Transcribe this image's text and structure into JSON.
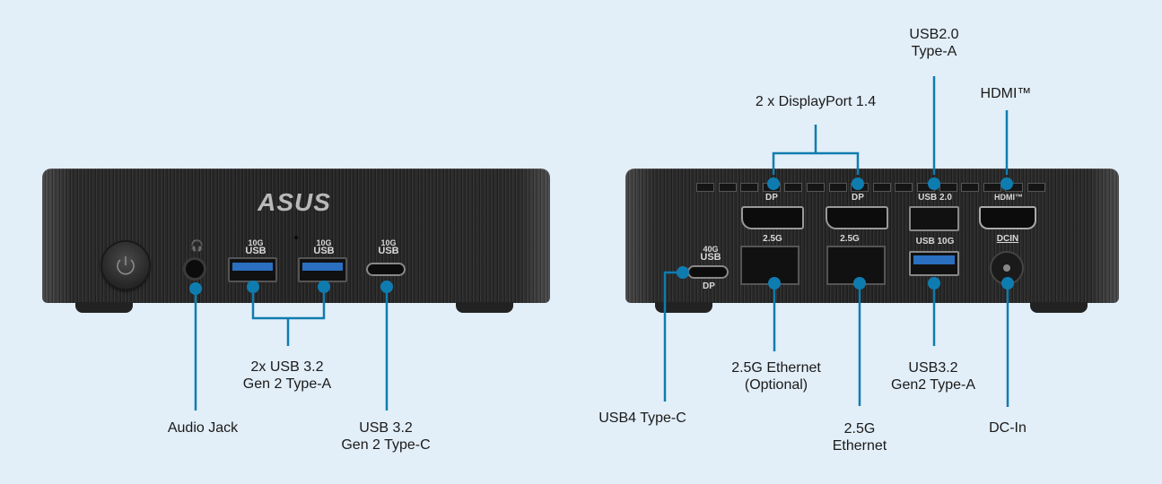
{
  "front": {
    "brand_logo": "ASUS",
    "port_labels": {
      "usb_a_1_speed": "10G",
      "usb_a_1": "USB",
      "usb_a_2_speed": "10G",
      "usb_a_2": "USB",
      "usb_c_speed": "10G",
      "usb_c": "USB"
    },
    "callouts": {
      "audio": "Audio Jack",
      "usb_a": [
        "2x USB 3.2",
        "Gen 2 Type-A"
      ],
      "usb_c": [
        "USB 3.2",
        "Gen 2 Type-C"
      ]
    }
  },
  "rear": {
    "port_labels": {
      "dp1": "DP",
      "dp2": "DP",
      "usb2": "USB 2.0",
      "hdmi": "HDMI™",
      "lan1": "2.5G",
      "lan2": "2.5G",
      "usb10g": "USB 10G",
      "dcin": "DCIN",
      "usb4_speed": "40G",
      "usb4": "USB",
      "usb4_dp": "DP"
    },
    "callouts": {
      "displayport": "2 x DisplayPort 1.4",
      "usb2": [
        "USB2.0",
        "Type-A"
      ],
      "hdmi": "HDMI™",
      "usb4": "USB4 Type-C",
      "lan_optional": [
        "2.5G Ethernet",
        "(Optional)"
      ],
      "lan": [
        "2.5G",
        "Ethernet"
      ],
      "usb32": [
        "USB3.2",
        "Gen2 Type-A"
      ],
      "dcin": "DC-In"
    }
  },
  "colors": {
    "accent": "#0f7cb0",
    "background": "#e2eef8",
    "usb3_blue": "#2a6fc0"
  }
}
